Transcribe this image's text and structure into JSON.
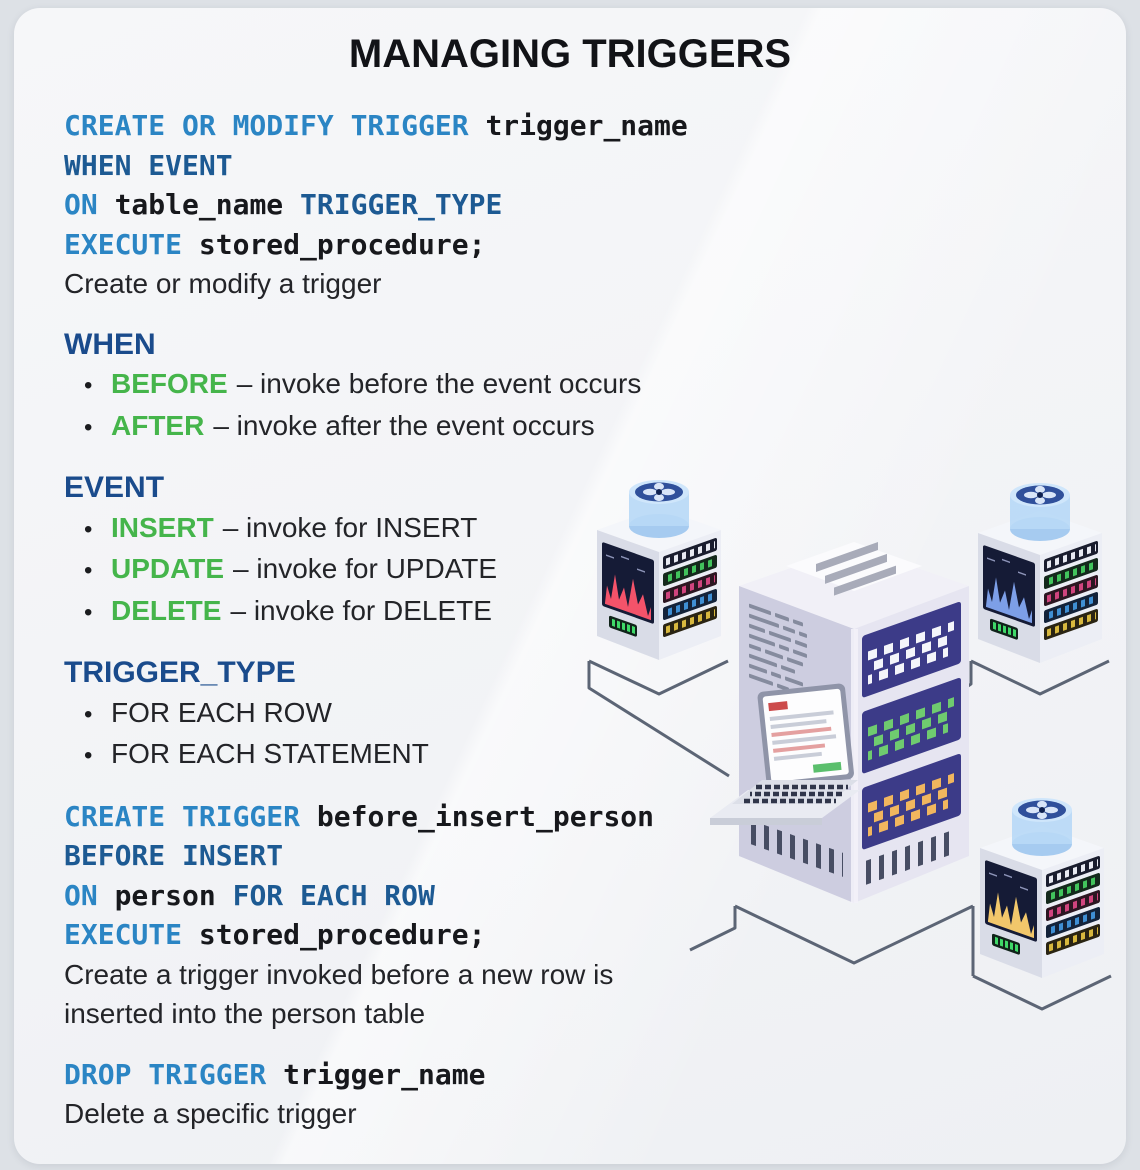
{
  "title": "MANAGING TRIGGERS",
  "ui": {
    "bullet": "•"
  },
  "colors": {
    "keyword_blue": "#2b85c4",
    "keyword_navy": "#1d5a93",
    "heading_navy": "#1a4b8c",
    "keyword_green": "#45b54b",
    "code_text": "#17181c",
    "body_text": "#232428",
    "card_bg": "#f3f4f6",
    "page_bg": "#dde1e6",
    "tower_panel_indigo": "#3c3b88",
    "histogram_red": "#f4536a",
    "histogram_blue": "#7d9fe8",
    "histogram_yellow": "#f2c76b"
  },
  "syntax_block": {
    "line1": {
      "kw": "CREATE OR MODIFY TRIGGER ",
      "arg": "trigger_name"
    },
    "line2": {
      "kw2": "WHEN EVENT"
    },
    "line3": {
      "kw": "ON ",
      "arg": "table_name ",
      "kw2": "TRIGGER_TYPE"
    },
    "line4": {
      "kw": "EXECUTE ",
      "arg": "stored_procedure;"
    },
    "caption": "Create or modify a trigger"
  },
  "when_section": {
    "heading": "WHEN",
    "items": [
      {
        "kw": "BEFORE",
        "text": "– invoke before the event occurs"
      },
      {
        "kw": "AFTER",
        "text": "– invoke after the event occurs"
      }
    ]
  },
  "event_section": {
    "heading": "EVENT",
    "items": [
      {
        "kw": "INSERT",
        "text": "– invoke for INSERT"
      },
      {
        "kw": "UPDATE",
        "text": "– invoke for UPDATE"
      },
      {
        "kw": "DELETE",
        "text": "– invoke for DELETE"
      }
    ]
  },
  "trigger_type_section": {
    "heading": "TRIGGER_TYPE",
    "items": [
      {
        "text": "FOR EACH ROW"
      },
      {
        "text": "FOR EACH STATEMENT"
      }
    ]
  },
  "example_block": {
    "line1": {
      "kw": "CREATE TRIGGER ",
      "arg": "before_insert_person"
    },
    "line2": {
      "kw2": "BEFORE INSERT"
    },
    "line3": {
      "kw": "ON ",
      "arg": "person ",
      "kw2": "FOR EACH ROW"
    },
    "line4": {
      "kw": "EXECUTE ",
      "arg": "stored_procedure;"
    },
    "caption_line1": "Create a trigger invoked before a new row is",
    "caption_line2": "inserted into the person table"
  },
  "drop_block": {
    "line1": {
      "kw": "DROP TRIGGER ",
      "arg": "trigger_name"
    },
    "caption": "Delete a specific trigger"
  },
  "illustration": {
    "icons": [
      "network-lines",
      "server-tower-icon",
      "tower-top-cap-icon",
      "tower-display-panel-icon",
      "laptop-icon",
      "server-unit-icon",
      "fan-icon",
      "histogram-display-icon",
      "led-strip-icon"
    ]
  }
}
